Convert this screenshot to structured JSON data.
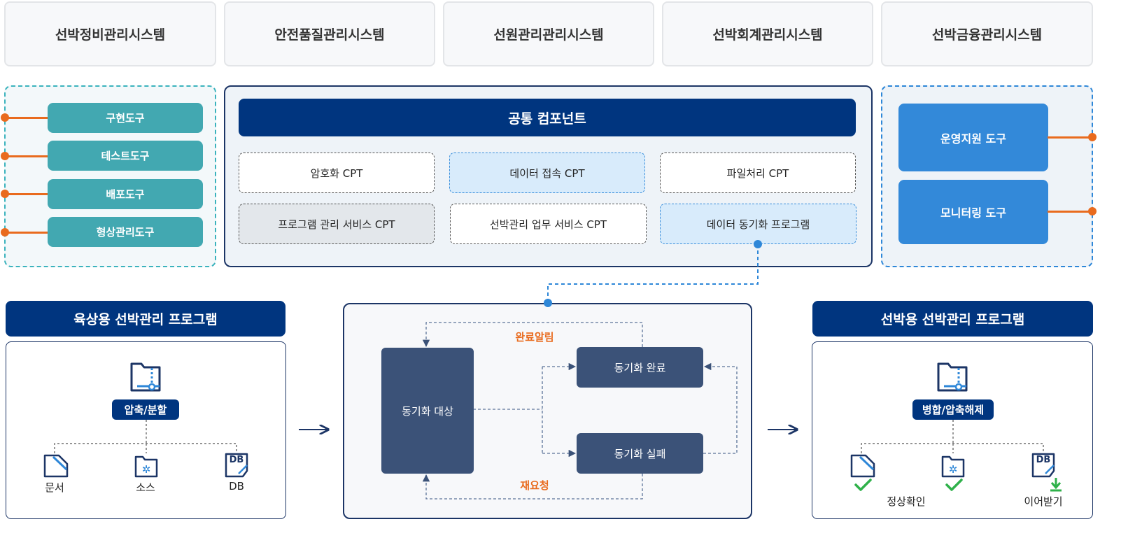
{
  "systems": [
    "선박정비관리시스템",
    "안전품질관리시스템",
    "선원관리관리시스템",
    "선박회계관리시스템",
    "선박금융관리시스템"
  ],
  "tools": [
    "구현도구",
    "테스트도구",
    "배포도구",
    "형상관리도구"
  ],
  "common": {
    "title": "공통 컴포넌트",
    "cpts": [
      "암호화 CPT",
      "데이터 접속 CPT",
      "파일처리 CPT",
      "프로그램 관리 서비스 CPT",
      "선박관리 업무 서비스 CPT",
      "데이터 동기화 프로그램"
    ]
  },
  "ops": [
    "운영지원 도구",
    "모니터링 도구"
  ],
  "land": {
    "title": "육상용 선박관리 프로그램",
    "action": "압축/분할",
    "items": [
      "문서",
      "소스",
      "DB"
    ],
    "icons": [
      "zip-folder-icon",
      "document-icon",
      "source-gear-icon",
      "database-icon"
    ]
  },
  "sync": {
    "target": "동기화 대상",
    "done": "동기화 완료",
    "fail": "동기화 실패",
    "notify": "완료알림",
    "retry": "재요청"
  },
  "ship": {
    "title": "선박용 선박관리 프로그램",
    "action": "병합/압축해제",
    "check": "정상확인",
    "resume": "이어받기",
    "icons": [
      "zip-folder-icon",
      "document-icon",
      "source-gear-icon",
      "database-icon",
      "check-icon",
      "download-icon"
    ]
  },
  "db_text": "DB",
  "colors": {
    "navy": "#00357f",
    "teal": "#42a8b1",
    "blue": "#3389d9",
    "orange": "#e96b1e",
    "sync": "#3b5278"
  }
}
